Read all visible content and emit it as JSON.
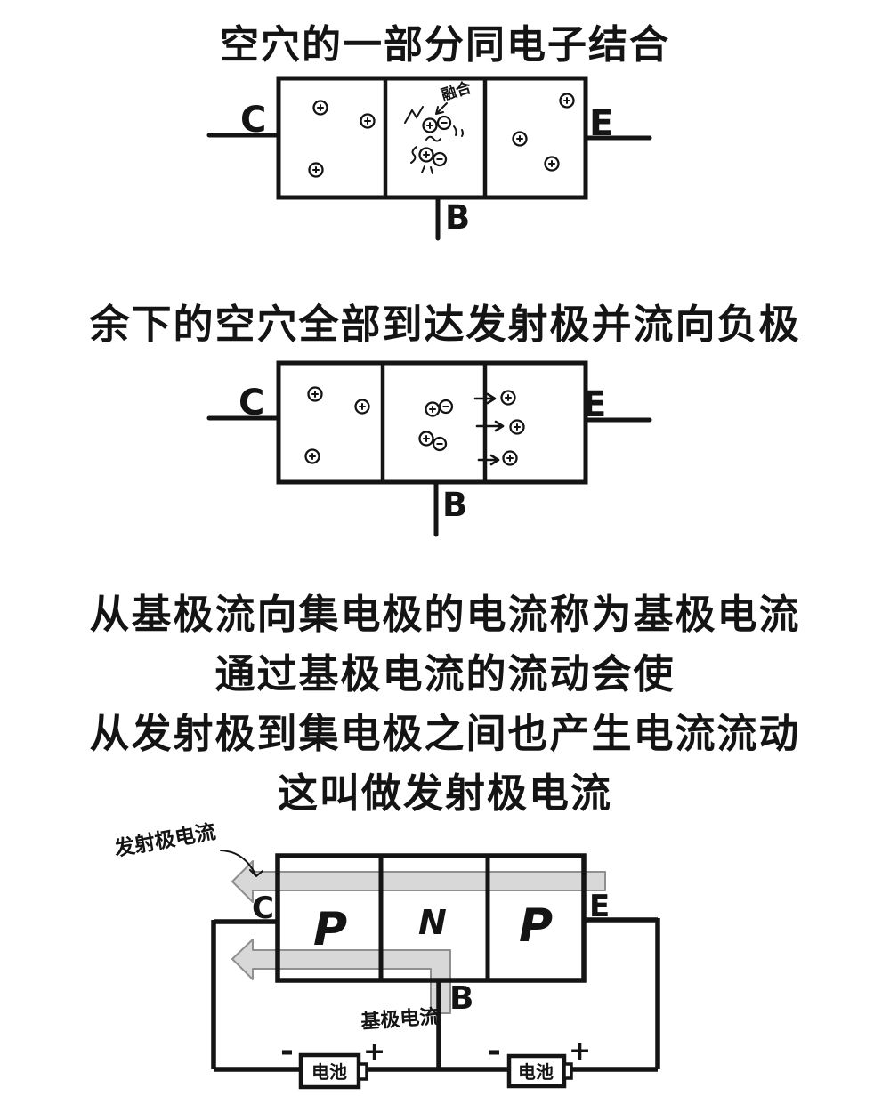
{
  "colors": {
    "background": "#ffffff",
    "ink": "#141414",
    "arrow_fill": "#d8d8d8",
    "arrow_stroke": "#8f8f8f"
  },
  "section1": {
    "title": "空穴的一部分同电子结合",
    "diagram": {
      "left_terminal": "C",
      "right_terminal": "E",
      "bottom_terminal": "B",
      "merge_annotation": "融合",
      "left_hole_count": 3,
      "right_hole_count": 3,
      "middle_pair_count": 2
    }
  },
  "section2": {
    "title": "余下的空穴全部到达发射极并流向负极",
    "diagram": {
      "left_terminal": "C",
      "right_terminal": "E",
      "bottom_terminal": "B",
      "left_hole_count": 3,
      "middle_pair_count": 2,
      "emitted_hole_count": 3
    }
  },
  "section3": {
    "lines": [
      "从基极流向集电极的电流称为基极电流",
      "通过基极电流的流动会使",
      "从发射极到集电极之间也产生电流流动",
      "这叫做发射极电流"
    ],
    "diagram": {
      "left_terminal": "C",
      "right_terminal": "E",
      "bottom_terminal": "B",
      "regions": [
        "P",
        "N",
        "P"
      ],
      "emitter_current_label": "发射极电流",
      "base_current_label": "基极电流",
      "battery_left": {
        "label": "电池",
        "minus": "-",
        "plus": "+"
      },
      "battery_right": {
        "label": "电池",
        "minus": "-",
        "plus": "+"
      }
    }
  }
}
